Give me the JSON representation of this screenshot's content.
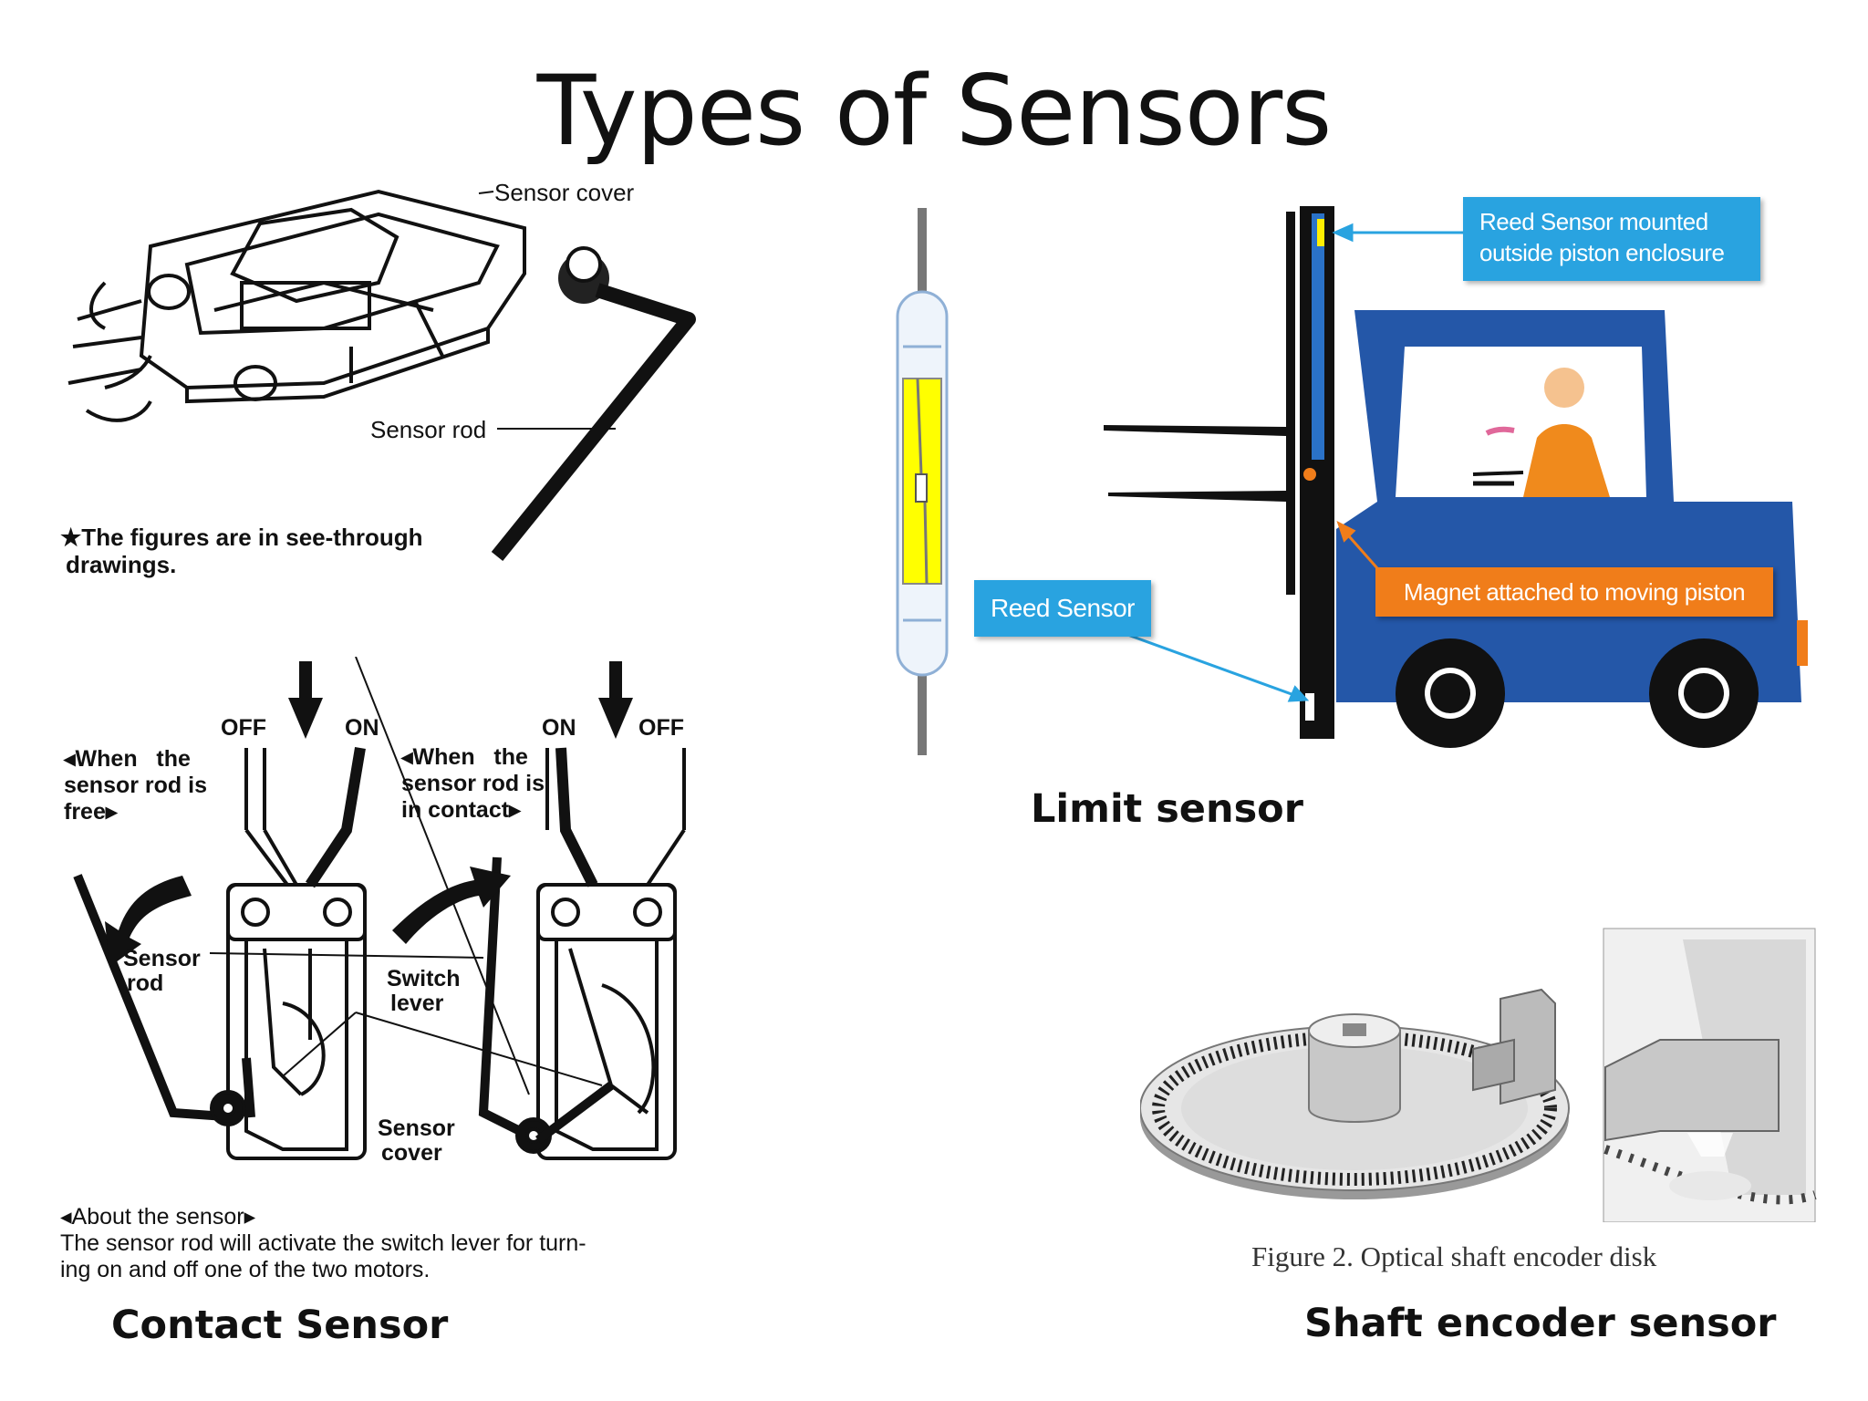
{
  "slide": {
    "title": "Types of Sensors"
  },
  "contact_sensor": {
    "caption": "Contact Sensor",
    "label_sensor_cover_top": "Sensor cover",
    "label_sensor_rod_top": "Sensor rod",
    "note_line1": "★The figures are in see-through",
    "note_line2": "drawings.",
    "label_off_left": "OFF",
    "label_on_left": "ON",
    "label_on_right": "ON",
    "label_off_right": "OFF",
    "free_line1": "◂When   the",
    "free_line2": "sensor rod is",
    "free_line3": "free▸",
    "contact_line1": "◂When   the",
    "contact_line2": "sensor rod is",
    "contact_line3": "in contact▸",
    "label_sensor_rod_1": "Sensor",
    "label_sensor_rod_2": "rod",
    "label_switch_1": "Switch",
    "label_switch_2": "lever",
    "label_cover_1": "Sensor",
    "label_cover_2": "cover",
    "about_line1": "◂About the sensor▸",
    "about_line2": "The sensor rod will activate the switch lever for turn-",
    "about_line3": "ing on and off one of the two motors."
  },
  "limit_sensor": {
    "caption": "Limit sensor",
    "callout_reed_mounted_1": "Reed Sensor mounted",
    "callout_reed_mounted_2": "outside piston enclosure",
    "callout_magnet": "Magnet attached to moving piston",
    "callout_reed": "Reed Sensor",
    "colors": {
      "callout_blue": "#29a3e0",
      "callout_orange": "#f07d1a",
      "forklift_blue": "#2457a8",
      "driver_orange": "#f08a1c",
      "reed_yellow": "#ffff00"
    }
  },
  "shaft_encoder": {
    "caption": "Shaft encoder sensor",
    "figure_caption": "Figure 2. Optical shaft encoder disk"
  }
}
